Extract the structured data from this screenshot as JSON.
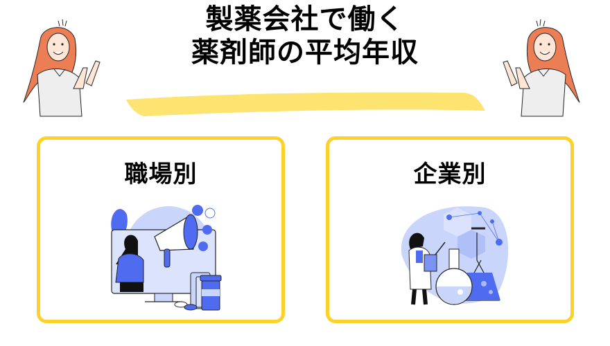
{
  "title": {
    "line1": "製薬会社で働く",
    "line2": "薬剤師の平均年収"
  },
  "decorations": {
    "highlight_color": "#fde36f",
    "left_character": "pointing-woman-icon",
    "right_character": "pointing-woman-icon"
  },
  "cards": [
    {
      "title": "職場別",
      "illustration": "megaphone-monitor-medicine-icon"
    },
    {
      "title": "企業別",
      "illustration": "scientist-flask-icon"
    }
  ],
  "colors": {
    "card_border": "#fcd22a",
    "illustration_blue": "#4f6cf0",
    "illustration_light_blue": "#c9d5fb",
    "hair": "#ec7e55"
  }
}
